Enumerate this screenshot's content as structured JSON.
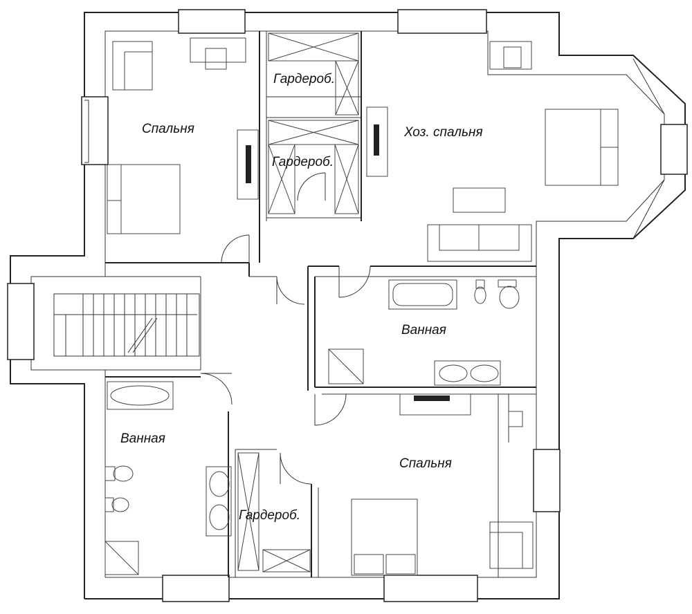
{
  "rooms": {
    "bedroom_nw": "Спальня",
    "wardrobe_top": "Гардероб.",
    "wardrobe_mid": "Гардероб.",
    "master_bedroom": "Хоз. спальня",
    "bathroom_center": "Ванная",
    "bathroom_west": "Ванная",
    "bedroom_se": "Спальня",
    "wardrobe_south": "Гардероб."
  }
}
